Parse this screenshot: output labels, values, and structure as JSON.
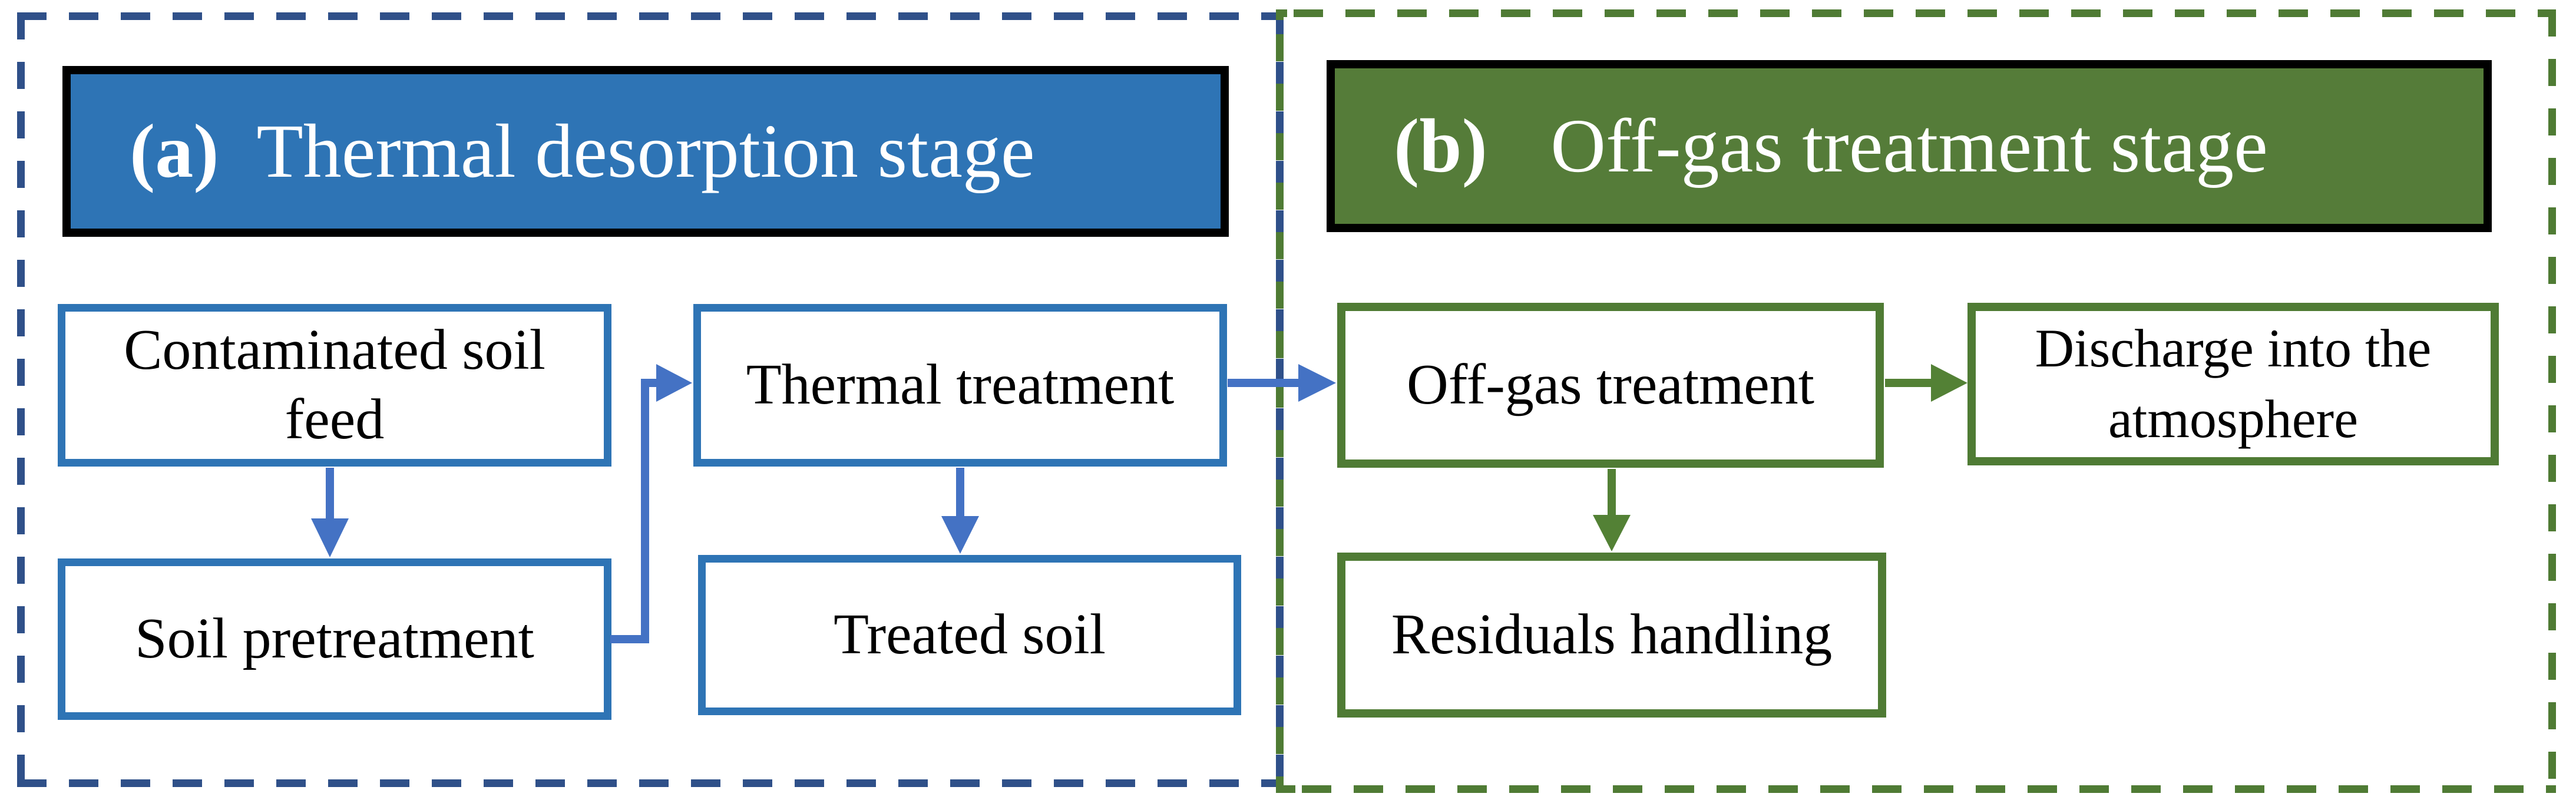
{
  "colors": {
    "panel_a_dash": "#2F5089",
    "panel_b_dash": "#4F7B34",
    "header_a_fill": "#2E74B5",
    "header_b_fill": "#557C39",
    "header_border": "#000000",
    "box_border_a": "#2E74B5",
    "box_border_b": "#4F7B34",
    "arrow_a": "#4472C4",
    "arrow_b": "#538135",
    "header_text": "#FFFFFF",
    "box_text": "#000000",
    "background": "#FFFFFF"
  },
  "panels": [
    {
      "label": "(a)",
      "title": "Thermal desorption stage",
      "boxes": [
        {
          "name": "contaminated-soil-feed",
          "lines": [
            "Contaminated soil",
            "feed"
          ]
        },
        {
          "name": "thermal-treatment",
          "lines": [
            "Thermal treatment"
          ]
        },
        {
          "name": "soil-pretreatment",
          "lines": [
            "Soil pretreatment"
          ]
        },
        {
          "name": "treated-soil",
          "lines": [
            "Treated soil"
          ]
        }
      ]
    },
    {
      "label": "(b)",
      "title": "Off-gas treatment stage",
      "boxes": [
        {
          "name": "off-gas-treatment",
          "lines": [
            "Off-gas treatment"
          ]
        },
        {
          "name": "discharge-into-the-atmosphere",
          "lines": [
            "Discharge into the",
            "atmosphere"
          ]
        },
        {
          "name": "residuals-handling",
          "lines": [
            "Residuals handling"
          ]
        }
      ]
    }
  ]
}
